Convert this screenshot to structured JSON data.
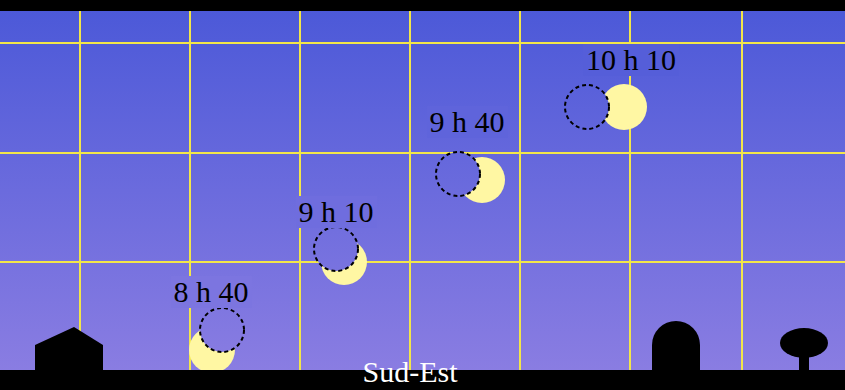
{
  "diagram": {
    "labels": [
      "10 h 10",
      "9 h 40",
      "9 h 10",
      "8 h 40",
      "Sud-Est"
    ]
  }
}
